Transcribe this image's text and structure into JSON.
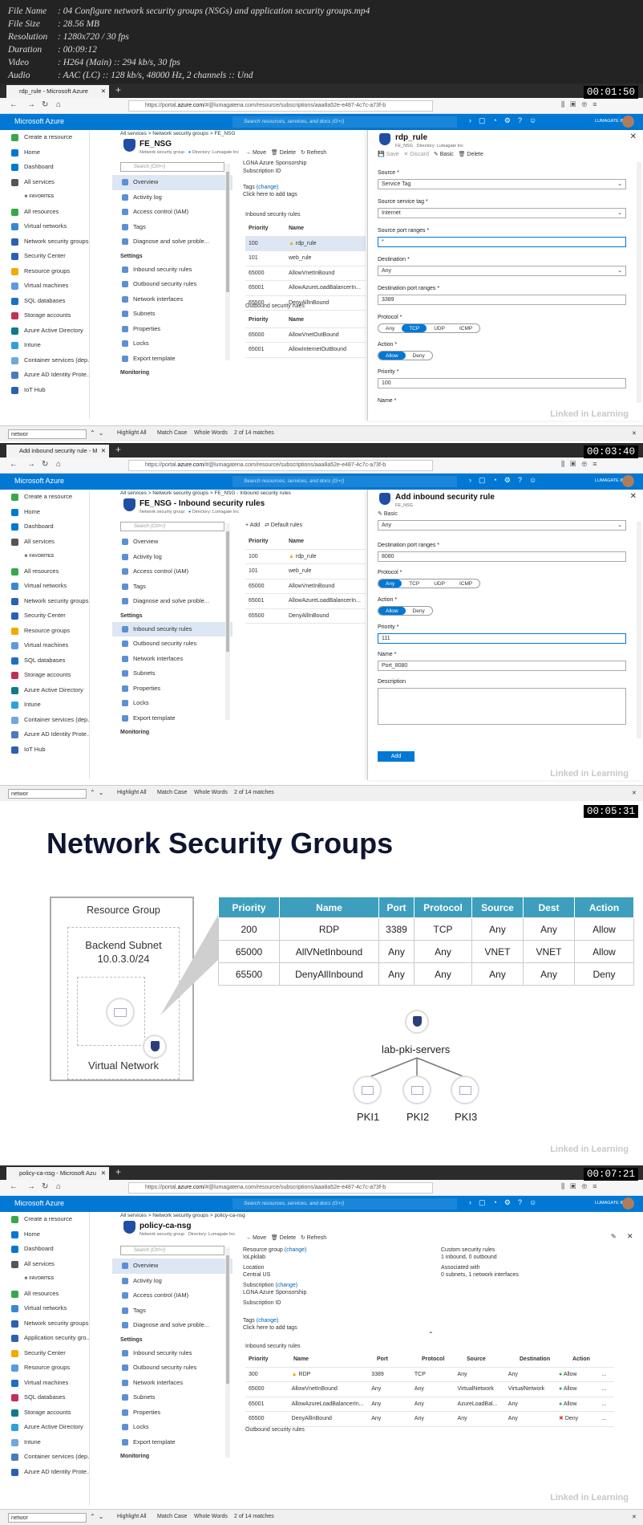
{
  "file_header": [
    {
      "k": "File Name",
      "v": "04 Configure network security groups (NSGs) and application security groups.mp4"
    },
    {
      "k": "File Size",
      "v": "28.56 MB"
    },
    {
      "k": "Resolution",
      "v": "1280x720 / 30 fps"
    },
    {
      "k": "Duration",
      "v": "00:09:12"
    },
    {
      "k": "Video",
      "v": "H264 (Main) :: 294 kb/s, 30 fps"
    },
    {
      "k": "Audio",
      "v": "AAC (LC) :: 128 kb/s, 48000 Hz, 2 channels :: Und"
    }
  ],
  "common": {
    "url_prefix": "https://portal.",
    "url_domain": "azure.com",
    "url_rest": "/#@lumagatena.com/resource/subscriptions/aaa8a52e-e487-4c7c-a73f-b",
    "brand": "Microsoft Azure",
    "search_ph": "Search resources, services, and docs (G+/)",
    "org": "LUMAGATE INC",
    "find_value": "networ",
    "find_highlight": "Highlight All",
    "find_match": "Match Case",
    "find_whole": "Whole Words",
    "find_count": "2 of 14 matches",
    "menu_search": "Search (Ctrl+/)",
    "watermark": "Linked in Learning"
  },
  "sidebar": {
    "items": [
      "Create a resource",
      "Home",
      "Dashboard",
      "All services",
      "FAVORITES",
      "All resources",
      "Virtual networks",
      "Network security groups",
      "Security Center",
      "Resource groups",
      "Virtual machines",
      "SQL databases",
      "Storage accounts",
      "Azure Active Directory",
      "Intune",
      "Container services (dep...",
      "Azure AD Identity Prote...",
      "IoT Hub"
    ],
    "items4": [
      "Create a resource",
      "Home",
      "Dashboard",
      "All services",
      "FAVORITES",
      "All resources",
      "Virtual networks",
      "Network security groups",
      "Application security gro...",
      "Security Center",
      "Resource groups",
      "Virtual machines",
      "SQL databases",
      "Storage accounts",
      "Azure Active Directory",
      "Intune",
      "Container services (dep...",
      "Azure AD Identity Prote..."
    ]
  },
  "nsg_menu": {
    "items": [
      "Overview",
      "Activity log",
      "Access control (IAM)",
      "Tags",
      "Diagnose and solve proble...",
      "Settings",
      "Inbound security rules",
      "Outbound security rules",
      "Network interfaces",
      "Subnets",
      "Properties",
      "Locks",
      "Export template",
      "Monitoring"
    ]
  },
  "f1": {
    "time": "00:01:50",
    "tab": "rdp_rule - Microsoft Azure",
    "bread": [
      "All services",
      ">",
      "Network security groups",
      ">",
      "FE_NSG"
    ],
    "title": "FE_NSG",
    "sub": "Network security group",
    "dir": "Directory: Lumagate Inc",
    "toolbar": [
      "Move",
      "Delete",
      "Refresh"
    ],
    "sub_link": "LGNA Azure Sponsorship",
    "sub_id": "Subscription ID",
    "tags": "Tags",
    "tags_change": "(change)",
    "tags_add": "Click here to add tags",
    "inbound": "Inbound security rules",
    "outbound": "Outbound security rules",
    "cols": [
      "Priority",
      "Name"
    ],
    "rows": [
      [
        "100",
        "rdp_rule"
      ],
      [
        "101",
        "web_rule"
      ],
      [
        "65000",
        "AllowVnetInBound"
      ],
      [
        "65001",
        "AllowAzureLoadBalancerIn..."
      ],
      [
        "65500",
        "DenyAllInBound"
      ]
    ],
    "out_rows": [
      [
        "65000",
        "AllowVnetOutBound"
      ],
      [
        "65001",
        "AllowInternetOutBound"
      ]
    ],
    "blade": {
      "title": "rdp_rule",
      "sub": "FE_NSG",
      "dir": "Directory: Lumagate Inc",
      "tools": [
        "Save",
        "Discard",
        "Basic",
        "Delete"
      ],
      "source_l": "Source *",
      "source_v": "Service Tag",
      "tag_l": "Source service tag *",
      "tag_v": "Internet",
      "sport_l": "Source port ranges *",
      "sport_v": "*",
      "dest_l": "Destination *",
      "dest_v": "Any",
      "dport_l": "Destination port ranges *",
      "dport_v": "3389",
      "proto_l": "Protocol *",
      "proto": [
        "Any",
        "TCP",
        "UDP",
        "ICMP"
      ],
      "action_l": "Action *",
      "action": [
        "Allow",
        "Deny"
      ],
      "prio_l": "Priority *",
      "prio_v": "100",
      "name_l": "Name *"
    }
  },
  "f2": {
    "time": "00:03:40",
    "tab": "Add inbound security rule - M",
    "bread": [
      "All services",
      ">",
      "Network security groups",
      ">",
      "FE_NSG - Inbound security rules"
    ],
    "title": "FE_NSG - Inbound security rules",
    "sub": "Network security group",
    "dir": "Directory: Lumagate Inc",
    "toolbar": [
      "Add",
      "Default rules"
    ],
    "cols": [
      "Priority",
      "Name"
    ],
    "rows": [
      [
        "100",
        "rdp_rule"
      ],
      [
        "101",
        "web_rule"
      ],
      [
        "65000",
        "AllowVnetInBound"
      ],
      [
        "65001",
        "AllowAzureLoadBalancerIn..."
      ],
      [
        "65500",
        "DenyAllInBound"
      ]
    ],
    "blade": {
      "title": "Add inbound security rule",
      "sub": "FE_NSG",
      "basic": "Basic",
      "dest_v": "Any",
      "dport_l": "Destination port ranges *",
      "dport_v": "8080",
      "proto_l": "Protocol *",
      "proto": [
        "Any",
        "TCP",
        "UDP",
        "ICMP"
      ],
      "action_l": "Action *",
      "action": [
        "Allow",
        "Deny"
      ],
      "prio_l": "Priority *",
      "prio_v": "111",
      "name_l": "Name *",
      "name_v": "Port_8080",
      "desc_l": "Description",
      "add": "Add"
    }
  },
  "f3": {
    "time": "00:05:31",
    "title": "Network Security Groups",
    "rg": "Resource Group",
    "subnet": "Backend Subnet",
    "cidr": "10.0.3.0/24",
    "vnet": "Virtual Network",
    "cols": [
      "Priority",
      "Name",
      "Port",
      "Protocol",
      "Source",
      "Dest",
      "Action"
    ],
    "rows": [
      [
        "200",
        "RDP",
        "3389",
        "TCP",
        "Any",
        "Any",
        "Allow"
      ],
      [
        "65000",
        "AllVNetInbound",
        "Any",
        "Any",
        "VNET",
        "VNET",
        "Allow"
      ],
      [
        "65500",
        "DenyAllInbound",
        "Any",
        "Any",
        "Any",
        "Any",
        "Deny"
      ]
    ],
    "asg": "lab-pki-servers",
    "pkis": [
      "PKI1",
      "PKI2",
      "PKI3"
    ]
  },
  "f4": {
    "time": "00:07:21",
    "tab": "policy-ca-nsg - Microsoft Azu",
    "bread": [
      "All services",
      ">",
      "Network security groups",
      ">",
      "policy-ca-nsg"
    ],
    "title": "policy-ca-nsg",
    "sub": "Network security group",
    "dir": "Directory: Lumagate Inc",
    "toolbar": [
      "Move",
      "Delete",
      "Refresh"
    ],
    "rg_l": "Resource group",
    "rg_change": "(change)",
    "rg_v": "IoLpkilab",
    "loc_l": "Location",
    "loc_v": "Central US",
    "sub_l": "Subscription",
    "sub_change": "(change)",
    "sub_v": "LGNA Azure Sponsorship",
    "subid_l": "Subscription ID",
    "tags": "Tags",
    "tags_change": "(change)",
    "tags_add": "Click here to add tags",
    "custom_l": "Custom security rules",
    "custom_v": "1 inbound, 0 outbound",
    "assoc_l": "Associated with",
    "assoc_v": "0 subnets, 1 network interfaces",
    "inbound": "Inbound security rules",
    "outbound": "Outbound security rules",
    "cols": [
      "Priority",
      "Name",
      "Port",
      "Protocol",
      "Source",
      "Destination",
      "Action"
    ],
    "rows": [
      [
        "300",
        "RDP",
        "3389",
        "TCP",
        "Any",
        "Any",
        "Allow"
      ],
      [
        "65000",
        "AllowVnetInBound",
        "Any",
        "Any",
        "VirtualNetwork",
        "VirtualNetwork",
        "Allow"
      ],
      [
        "65001",
        "AllowAzureLoadBalancerIn...",
        "Any",
        "Any",
        "AzureLoadBal...",
        "Any",
        "Allow"
      ],
      [
        "65500",
        "DenyAllInBound",
        "Any",
        "Any",
        "Any",
        "Any",
        "Deny"
      ]
    ],
    "more": "..."
  },
  "colors": {
    "azure_blue": "#0078d4",
    "nsg_header": "#3d9fbd",
    "allow": "#37a84a",
    "deny": "#e03b3b",
    "warn": "#f2a900"
  }
}
